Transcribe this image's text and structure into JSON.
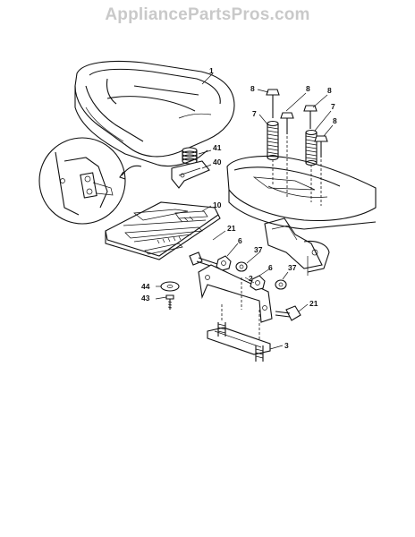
{
  "watermark": "AppliancePartsPros.com",
  "callouts": [
    {
      "id": "c1",
      "text": "1"
    },
    {
      "id": "c8a",
      "text": "8"
    },
    {
      "id": "c8b",
      "text": "8"
    },
    {
      "id": "c8c",
      "text": "8"
    },
    {
      "id": "c7a",
      "text": "7"
    },
    {
      "id": "c7b",
      "text": "7"
    },
    {
      "id": "c8d",
      "text": "8"
    },
    {
      "id": "c41",
      "text": "41"
    },
    {
      "id": "c40",
      "text": "40"
    },
    {
      "id": "c10",
      "text": "10"
    },
    {
      "id": "c21a",
      "text": "21"
    },
    {
      "id": "c6a",
      "text": "6"
    },
    {
      "id": "c37a",
      "text": "37"
    },
    {
      "id": "c2",
      "text": "2"
    },
    {
      "id": "c6b",
      "text": "6"
    },
    {
      "id": "c37b",
      "text": "37"
    },
    {
      "id": "c44",
      "text": "44"
    },
    {
      "id": "c43",
      "text": "43"
    },
    {
      "id": "c21b",
      "text": "21"
    },
    {
      "id": "c3",
      "text": "3"
    }
  ]
}
